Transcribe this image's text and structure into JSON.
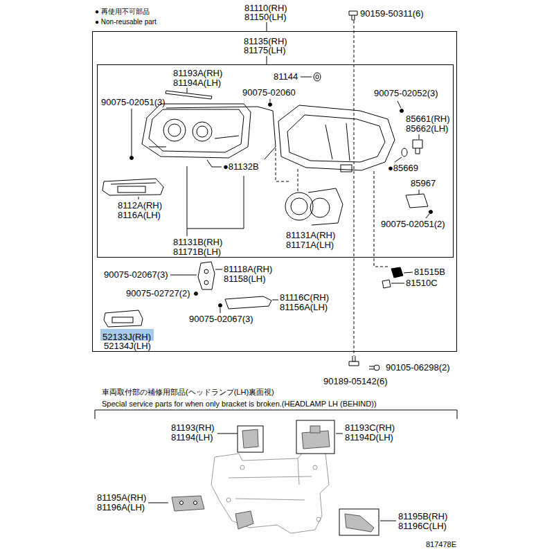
{
  "diagram": {
    "nodes": [
      {
        "text": [
          "81110(RH) 81150(LH)"
        ]
      },
      {
        "text": [
          "81135(RH) 81175(LH)"
        ],
        "in": 0
      },
      {
        "text": [
          "52133J(RH)"
        ],
        "in": 0
      }
    ],
    "labels": [
      "● 再使用不可部品",
      "● Non-reusable part",
      "90159-50311(6)",
      "81193A(RH) 81194A(LH)",
      "81144",
      "90075-02060",
      "90075-02051(3)",
      "90075-02052(3)",
      "85661(RH) 85662(LH)",
      "●81132B",
      "●85669",
      "85967",
      "8112A(RH) 8116A(LH)",
      "90075-02051(2)",
      "81131B(RH) 81171B(LH)",
      "81131A(RH) 81171A(LH)",
      "90075-02067(3)",
      "81118A(RH) 81158(LH)",
      "81515B",
      "81510C",
      "90075-02727(2)",
      "81116C(RH) 81156A(LH)",
      "90075-02067(3)",
      "52134J(LH)",
      "90105-06298(2)",
      "90189-05142(6)",
      "車両取付部の補修用部品(ヘッドランプ(LH)裏面視)",
      "Special service parts for when only bracket is broken.(HEADLAMP LH (BEHIND))",
      "81193(RH) 81194(LH)",
      "81193C(RH) 81194D(LH)",
      "81195A(RH) 81196A(LH)",
      "81195B(RH) 81196C(LH)",
      "817478E"
    ]
  }
}
